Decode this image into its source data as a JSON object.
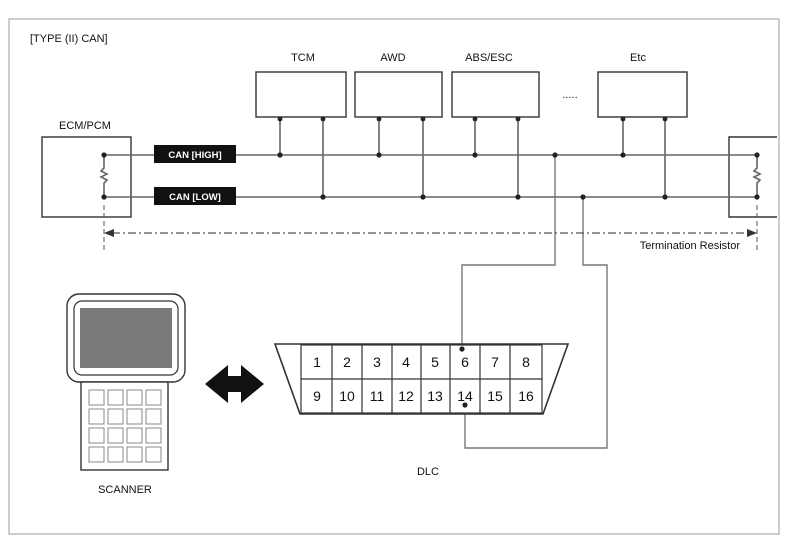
{
  "title": "[TYPE (II) CAN]",
  "modules": [
    "TCM",
    "AWD",
    "ABS/ESC",
    "Etc"
  ],
  "ellipsis": ".....",
  "ecm_label": "ECM/PCM",
  "can_high": "CAN [HIGH]",
  "can_low": "CAN [LOW]",
  "termination_label": "Termination Resistor",
  "dlc_label": "DLC",
  "scanner_label": "SCANNER",
  "dlc_pins_top": [
    "1",
    "2",
    "3",
    "4",
    "5",
    "6",
    "7",
    "8"
  ],
  "dlc_pins_bottom": [
    "9",
    "10",
    "11",
    "12",
    "13",
    "14",
    "15",
    "16"
  ]
}
